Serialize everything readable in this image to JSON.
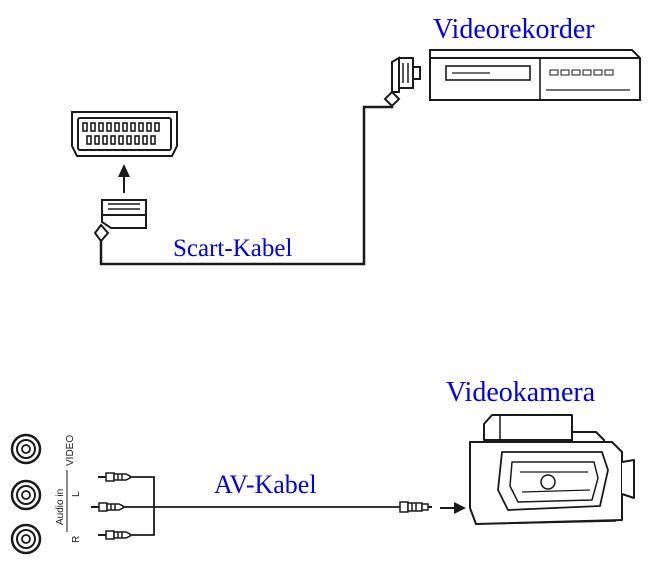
{
  "colors": {
    "label": "#0000ee",
    "line": "#1a1a1a",
    "fill": "#ffffff"
  },
  "scart_section": {
    "device_label": "Videorekorder",
    "cable_label": "Scart-Kabel",
    "icons": [
      "scart-socket-icon",
      "scart-plug-icon",
      "vcr-icon",
      "arrow-up-icon"
    ]
  },
  "av_section": {
    "device_label": "Videokamera",
    "cable_label": "AV-Kabel",
    "jack_labels": {
      "video": "VIDEO",
      "audio_in": "Audio in",
      "left": "L",
      "right": "R"
    },
    "icons": [
      "rca-jack-icon",
      "rca-plug-icon",
      "camcorder-icon",
      "arrow-right-icon"
    ]
  }
}
